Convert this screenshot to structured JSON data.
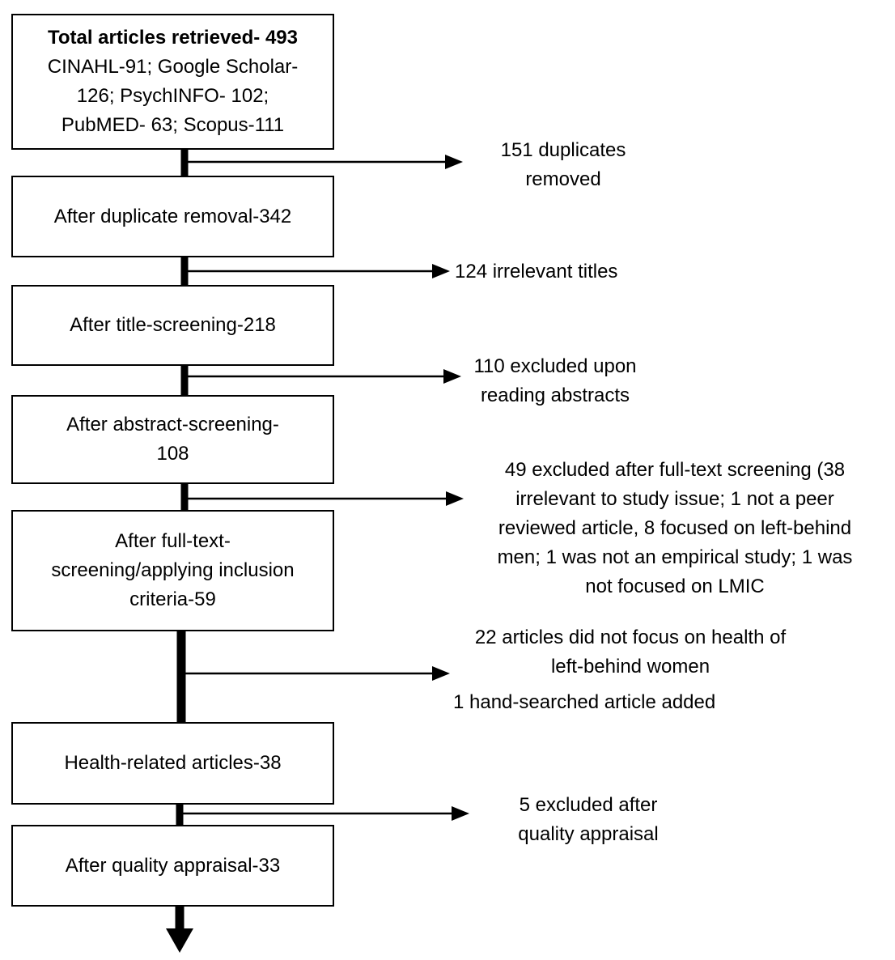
{
  "boxes": {
    "total": {
      "title": "Total articles retrieved- 493",
      "line1": "CINAHL-91; Google Scholar-",
      "line2": "126;  PsychINFO- 102;",
      "line3": "PubMED- 63;  Scopus-111"
    },
    "duplicates": {
      "label": "After duplicate removal-342"
    },
    "title_screen": {
      "label": "After title-screening-218"
    },
    "abstract_screen": {
      "line1": "After abstract-screening-",
      "line2": "108"
    },
    "fulltext_screen": {
      "line1": "After full-text-",
      "line2": "screening/applying inclusion",
      "line3": "criteria-59"
    },
    "health": {
      "label": "Health-related articles-38"
    },
    "quality": {
      "label": "After quality appraisal-33"
    }
  },
  "notes": {
    "dup_removed": {
      "line1": "151  duplicates",
      "line2": "removed"
    },
    "irrelevant_titles": {
      "line1": "124  irrelevant titles"
    },
    "abstracts_excluded": {
      "line1": "110  excluded upon",
      "line2": "reading abstracts"
    },
    "fulltext_excluded": {
      "line1": "49  excluded after full-text screening (38",
      "line2": "irrelevant to study issue; 1 not a peer",
      "line3": "reviewed article, 8 focused on left-behind",
      "line4": "men; 1 was not an empirical study; 1 was",
      "line5": "not focused on LMIC"
    },
    "health_excluded": {
      "line1": "22 articles did not focus on health of",
      "line2": "left-behind women"
    },
    "hand_searched": {
      "line1": "1 hand-searched article added"
    },
    "quality_excluded": {
      "line1": "5 excluded after",
      "line2": "quality appraisal"
    }
  },
  "colors": {
    "stroke": "#000000",
    "background": "#ffffff"
  }
}
